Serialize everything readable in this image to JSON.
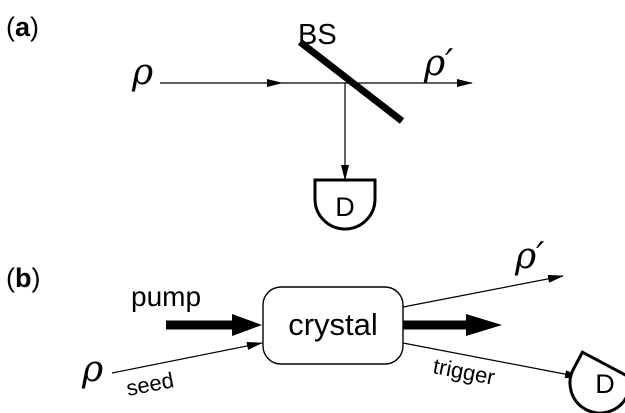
{
  "panel_a": {
    "label": "(a)",
    "label_letter": "a",
    "beamsplitter_label": "BS",
    "input_state": "ρ",
    "output_state": "ρ′",
    "detector_label": "D"
  },
  "panel_b": {
    "label": "(b)",
    "label_letter": "b",
    "pump_label": "pump",
    "crystal_label": "crystal",
    "seed_state": "ρ",
    "seed_label": "seed",
    "output_state": "ρ′",
    "trigger_label": "trigger",
    "detector_label": "D"
  }
}
